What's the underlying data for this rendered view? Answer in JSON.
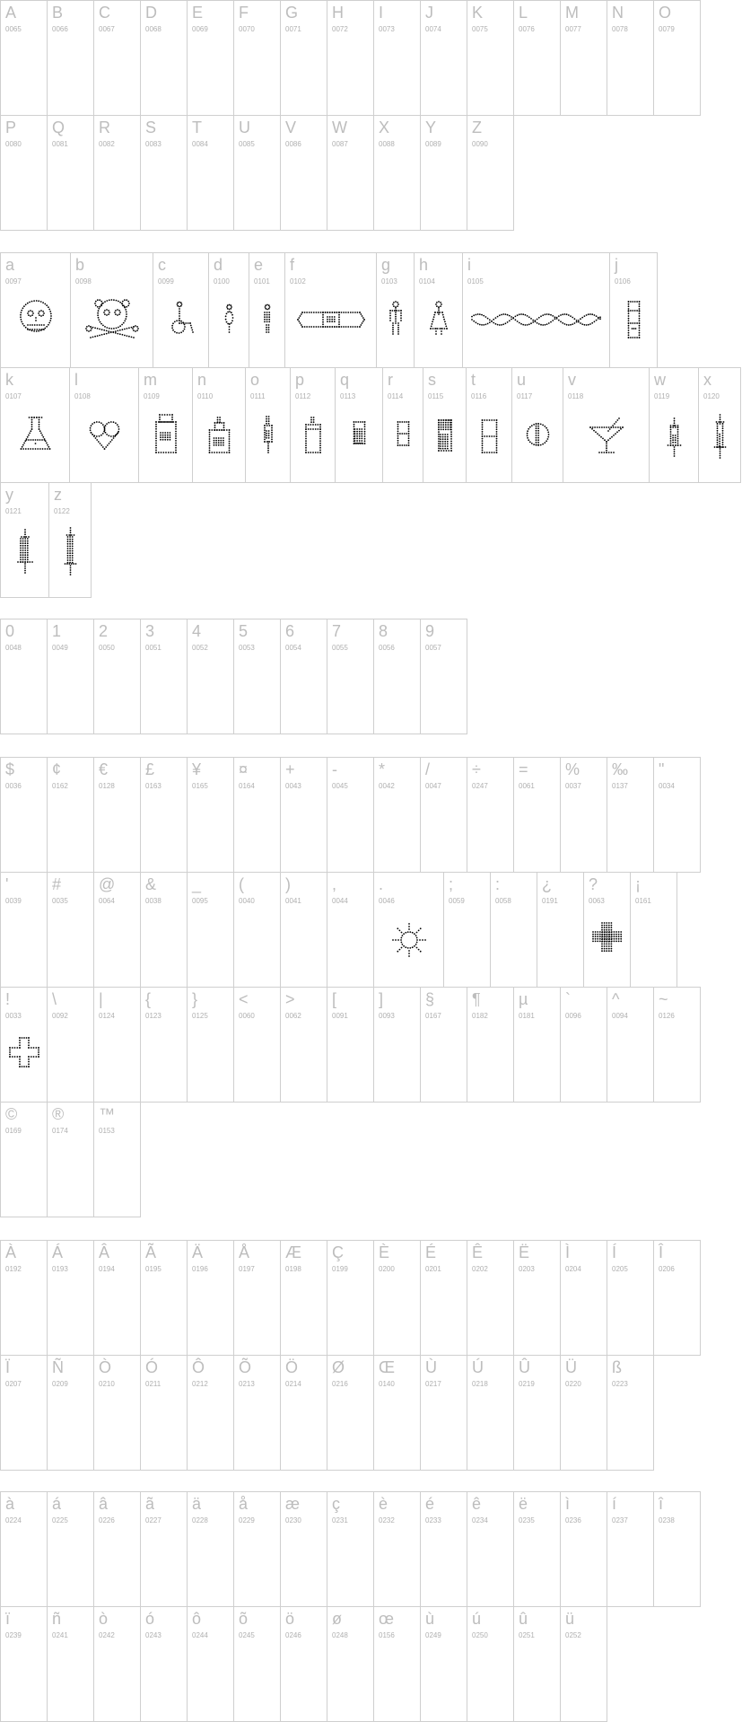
{
  "groups": [
    {
      "name": "uppercase",
      "rows": [
        [
          {
            "ch": "A",
            "code": "0065"
          },
          {
            "ch": "B",
            "code": "0066"
          },
          {
            "ch": "C",
            "code": "0067"
          },
          {
            "ch": "D",
            "code": "0068"
          },
          {
            "ch": "E",
            "code": "0069"
          },
          {
            "ch": "F",
            "code": "0070"
          },
          {
            "ch": "G",
            "code": "0071"
          },
          {
            "ch": "H",
            "code": "0072"
          },
          {
            "ch": "I",
            "code": "0073"
          },
          {
            "ch": "J",
            "code": "0074"
          },
          {
            "ch": "K",
            "code": "0075"
          },
          {
            "ch": "L",
            "code": "0076"
          },
          {
            "ch": "M",
            "code": "0077"
          },
          {
            "ch": "N",
            "code": "0078"
          },
          {
            "ch": "O",
            "code": "0079"
          }
        ],
        [
          {
            "ch": "P",
            "code": "0080"
          },
          {
            "ch": "Q",
            "code": "0081"
          },
          {
            "ch": "R",
            "code": "0082"
          },
          {
            "ch": "S",
            "code": "0083"
          },
          {
            "ch": "T",
            "code": "0084"
          },
          {
            "ch": "U",
            "code": "0085"
          },
          {
            "ch": "V",
            "code": "0086"
          },
          {
            "ch": "W",
            "code": "0087"
          },
          {
            "ch": "X",
            "code": "0088"
          },
          {
            "ch": "Y",
            "code": "0089"
          },
          {
            "ch": "Z",
            "code": "0090"
          }
        ]
      ]
    },
    {
      "name": "lowercase",
      "rows": [
        [
          {
            "ch": "a",
            "code": "0097",
            "glyph": "skull-icon"
          },
          {
            "ch": "b",
            "code": "0098",
            "glyph": "skull-crossbones-icon"
          },
          {
            "ch": "c",
            "code": "0099",
            "glyph": "wheelchair-icon"
          },
          {
            "ch": "d",
            "code": "0100",
            "glyph": "man-figure-icon"
          },
          {
            "ch": "e",
            "code": "0101",
            "glyph": "woman-figure-icon"
          },
          {
            "ch": "f",
            "code": "0102",
            "glyph": "bandage-icon"
          },
          {
            "ch": "g",
            "code": "0103",
            "glyph": "person-standing-icon"
          },
          {
            "ch": "h",
            "code": "0104",
            "glyph": "person-dress-icon"
          },
          {
            "ch": "i",
            "code": "0105",
            "glyph": "dna-strand-icon"
          },
          {
            "ch": "j",
            "code": "0106",
            "glyph": "test-tube-icon"
          }
        ],
        [
          {
            "ch": "k",
            "code": "0107",
            "glyph": "flask-icon"
          },
          {
            "ch": "l",
            "code": "0108",
            "glyph": "heart-icon"
          },
          {
            "ch": "m",
            "code": "0109",
            "glyph": "pill-jar-icon"
          },
          {
            "ch": "n",
            "code": "0110",
            "glyph": "medicine-bottle-icon"
          },
          {
            "ch": "o",
            "code": "0111",
            "glyph": "dropper-icon"
          },
          {
            "ch": "p",
            "code": "0112",
            "glyph": "bottle-icon"
          },
          {
            "ch": "q",
            "code": "0113",
            "glyph": "capsule-filled-icon"
          },
          {
            "ch": "r",
            "code": "0114",
            "glyph": "capsule-outline-icon"
          },
          {
            "ch": "s",
            "code": "0115",
            "glyph": "capsule-dark-icon"
          },
          {
            "ch": "t",
            "code": "0116",
            "glyph": "capsule-split-icon"
          },
          {
            "ch": "u",
            "code": "0117",
            "glyph": "tablet-icon"
          },
          {
            "ch": "v",
            "code": "0118",
            "glyph": "cocktail-glass-icon"
          },
          {
            "ch": "w",
            "code": "0119",
            "glyph": "syringe-short-icon"
          },
          {
            "ch": "x",
            "code": "0120",
            "glyph": "syringe-icon"
          }
        ],
        [
          {
            "ch": "y",
            "code": "0121",
            "glyph": "syringe-filled-icon"
          },
          {
            "ch": "z",
            "code": "0122",
            "glyph": "syringe-long-icon"
          }
        ]
      ]
    },
    {
      "name": "digits",
      "rows": [
        [
          {
            "ch": "0",
            "code": "0048"
          },
          {
            "ch": "1",
            "code": "0049"
          },
          {
            "ch": "2",
            "code": "0050"
          },
          {
            "ch": "3",
            "code": "0051"
          },
          {
            "ch": "4",
            "code": "0052"
          },
          {
            "ch": "5",
            "code": "0053"
          },
          {
            "ch": "6",
            "code": "0054"
          },
          {
            "ch": "7",
            "code": "0055"
          },
          {
            "ch": "8",
            "code": "0056"
          },
          {
            "ch": "9",
            "code": "0057"
          }
        ]
      ]
    },
    {
      "name": "symbols",
      "rows": [
        [
          {
            "ch": "$",
            "code": "0036"
          },
          {
            "ch": "¢",
            "code": "0162"
          },
          {
            "ch": "€",
            "code": "0128"
          },
          {
            "ch": "£",
            "code": "0163"
          },
          {
            "ch": "¥",
            "code": "0165"
          },
          {
            "ch": "¤",
            "code": "0164"
          },
          {
            "ch": "+",
            "code": "0043"
          },
          {
            "ch": "-",
            "code": "0045"
          },
          {
            "ch": "*",
            "code": "0042"
          },
          {
            "ch": "/",
            "code": "0047"
          },
          {
            "ch": "÷",
            "code": "0247"
          },
          {
            "ch": "=",
            "code": "0061"
          },
          {
            "ch": "%",
            "code": "0037"
          },
          {
            "ch": "‰",
            "code": "0137"
          },
          {
            "ch": "\"",
            "code": "0034"
          }
        ],
        [
          {
            "ch": "'",
            "code": "0039"
          },
          {
            "ch": "#",
            "code": "0035"
          },
          {
            "ch": "@",
            "code": "0064"
          },
          {
            "ch": "&",
            "code": "0038"
          },
          {
            "ch": "_",
            "code": "0095"
          },
          {
            "ch": "(",
            "code": "0040"
          },
          {
            "ch": ")",
            "code": "0041"
          },
          {
            "ch": ",",
            "code": "0044"
          },
          {
            "ch": ".",
            "code": "0046",
            "glyph": "sun-icon"
          },
          {
            "ch": ";",
            "code": "0059"
          },
          {
            "ch": ":",
            "code": "0058"
          },
          {
            "ch": "¿",
            "code": "0191"
          },
          {
            "ch": "?",
            "code": "0063",
            "glyph": "cross-filled-icon"
          },
          {
            "ch": "¡",
            "code": "0161"
          }
        ],
        [
          {
            "ch": "!",
            "code": "0033",
            "glyph": "cross-outline-icon"
          },
          {
            "ch": "\\",
            "code": "0092"
          },
          {
            "ch": "|",
            "code": "0124"
          },
          {
            "ch": "{",
            "code": "0123"
          },
          {
            "ch": "}",
            "code": "0125"
          },
          {
            "ch": "<",
            "code": "0060"
          },
          {
            "ch": ">",
            "code": "0062"
          },
          {
            "ch": "[",
            "code": "0091"
          },
          {
            "ch": "]",
            "code": "0093"
          },
          {
            "ch": "§",
            "code": "0167"
          },
          {
            "ch": "¶",
            "code": "0182"
          },
          {
            "ch": "µ",
            "code": "0181"
          },
          {
            "ch": "`",
            "code": "0096"
          },
          {
            "ch": "^",
            "code": "0094"
          },
          {
            "ch": "~",
            "code": "0126"
          }
        ],
        [
          {
            "ch": "©",
            "code": "0169"
          },
          {
            "ch": "®",
            "code": "0174"
          },
          {
            "ch": "™",
            "code": "0153"
          }
        ]
      ]
    },
    {
      "name": "accented-uppercase",
      "rows": [
        [
          {
            "ch": "À",
            "code": "0192"
          },
          {
            "ch": "Á",
            "code": "0193"
          },
          {
            "ch": "Â",
            "code": "0194"
          },
          {
            "ch": "Ã",
            "code": "0195"
          },
          {
            "ch": "Ä",
            "code": "0196"
          },
          {
            "ch": "Å",
            "code": "0197"
          },
          {
            "ch": "Æ",
            "code": "0198"
          },
          {
            "ch": "Ç",
            "code": "0199"
          },
          {
            "ch": "È",
            "code": "0200"
          },
          {
            "ch": "É",
            "code": "0201"
          },
          {
            "ch": "Ê",
            "code": "0202"
          },
          {
            "ch": "Ë",
            "code": "0203"
          },
          {
            "ch": "Ì",
            "code": "0204"
          },
          {
            "ch": "Í",
            "code": "0205"
          },
          {
            "ch": "Î",
            "code": "0206"
          }
        ],
        [
          {
            "ch": "Ï",
            "code": "0207"
          },
          {
            "ch": "Ñ",
            "code": "0209"
          },
          {
            "ch": "Ò",
            "code": "0210"
          },
          {
            "ch": "Ó",
            "code": "0211"
          },
          {
            "ch": "Ô",
            "code": "0212"
          },
          {
            "ch": "Õ",
            "code": "0213"
          },
          {
            "ch": "Ö",
            "code": "0214"
          },
          {
            "ch": "Ø",
            "code": "0216"
          },
          {
            "ch": "Œ",
            "code": "0140"
          },
          {
            "ch": "Ù",
            "code": "0217"
          },
          {
            "ch": "Ú",
            "code": "0218"
          },
          {
            "ch": "Û",
            "code": "0219"
          },
          {
            "ch": "Ü",
            "code": "0220"
          },
          {
            "ch": "ß",
            "code": "0223"
          }
        ]
      ]
    },
    {
      "name": "accented-lowercase",
      "rows": [
        [
          {
            "ch": "à",
            "code": "0224"
          },
          {
            "ch": "á",
            "code": "0225"
          },
          {
            "ch": "â",
            "code": "0226"
          },
          {
            "ch": "ã",
            "code": "0227"
          },
          {
            "ch": "ä",
            "code": "0228"
          },
          {
            "ch": "å",
            "code": "0229"
          },
          {
            "ch": "æ",
            "code": "0230"
          },
          {
            "ch": "ç",
            "code": "0231"
          },
          {
            "ch": "è",
            "code": "0232"
          },
          {
            "ch": "é",
            "code": "0233"
          },
          {
            "ch": "ê",
            "code": "0234"
          },
          {
            "ch": "ë",
            "code": "0235"
          },
          {
            "ch": "ì",
            "code": "0236"
          },
          {
            "ch": "í",
            "code": "0237"
          },
          {
            "ch": "î",
            "code": "0238"
          }
        ],
        [
          {
            "ch": "ï",
            "code": "0239"
          },
          {
            "ch": "ñ",
            "code": "0241"
          },
          {
            "ch": "ò",
            "code": "0242"
          },
          {
            "ch": "ó",
            "code": "0243"
          },
          {
            "ch": "ô",
            "code": "0244"
          },
          {
            "ch": "õ",
            "code": "0245"
          },
          {
            "ch": "ö",
            "code": "0246"
          },
          {
            "ch": "ø",
            "code": "0248"
          },
          {
            "ch": "œ",
            "code": "0156"
          },
          {
            "ch": "ù",
            "code": "0249"
          },
          {
            "ch": "ú",
            "code": "0250"
          },
          {
            "ch": "û",
            "code": "0251"
          },
          {
            "ch": "ü",
            "code": "0252"
          }
        ]
      ]
    }
  ],
  "colors": {
    "border": "#cfcfcf",
    "label": "#bdbdbd",
    "code": "#b0b0b0",
    "glyph": "#000000"
  }
}
